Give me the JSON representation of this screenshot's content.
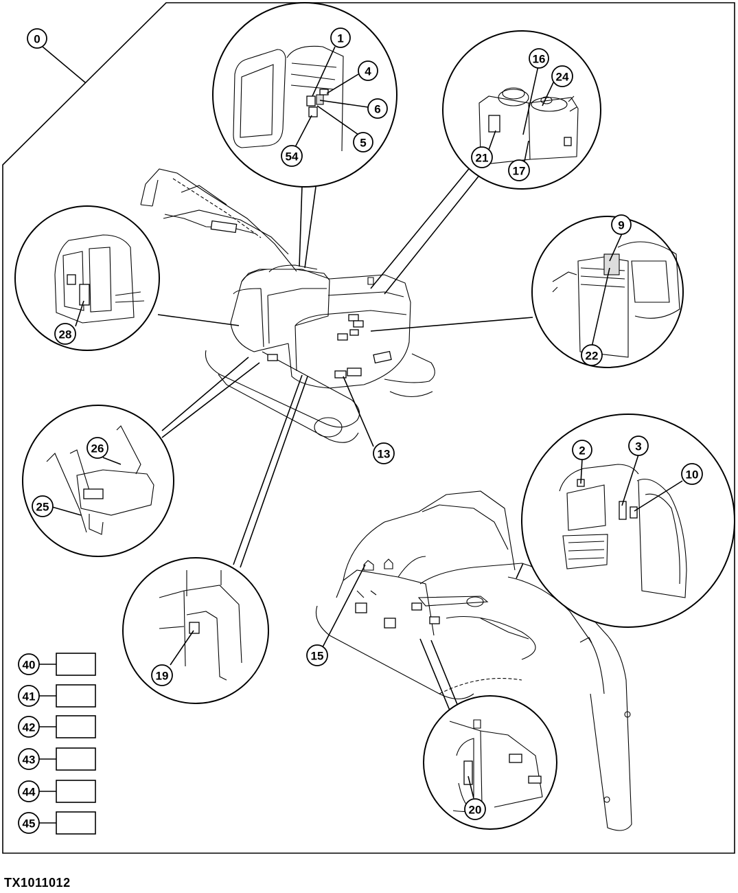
{
  "figure_id": "TX1011012",
  "callouts": {
    "c0": "0",
    "c1": "1",
    "c2": "2",
    "c3": "3",
    "c4": "4",
    "c5": "5",
    "c6": "6",
    "c9": "9",
    "c10": "10",
    "c13": "13",
    "c15": "15",
    "c16": "16",
    "c17": "17",
    "c19": "19",
    "c20": "20",
    "c21": "21",
    "c22": "22",
    "c24": "24",
    "c25": "25",
    "c26": "26",
    "c28": "28",
    "c54": "54"
  },
  "legend": [
    {
      "number": "40"
    },
    {
      "number": "41"
    },
    {
      "number": "42"
    },
    {
      "number": "43"
    },
    {
      "number": "44"
    },
    {
      "number": "45"
    }
  ]
}
